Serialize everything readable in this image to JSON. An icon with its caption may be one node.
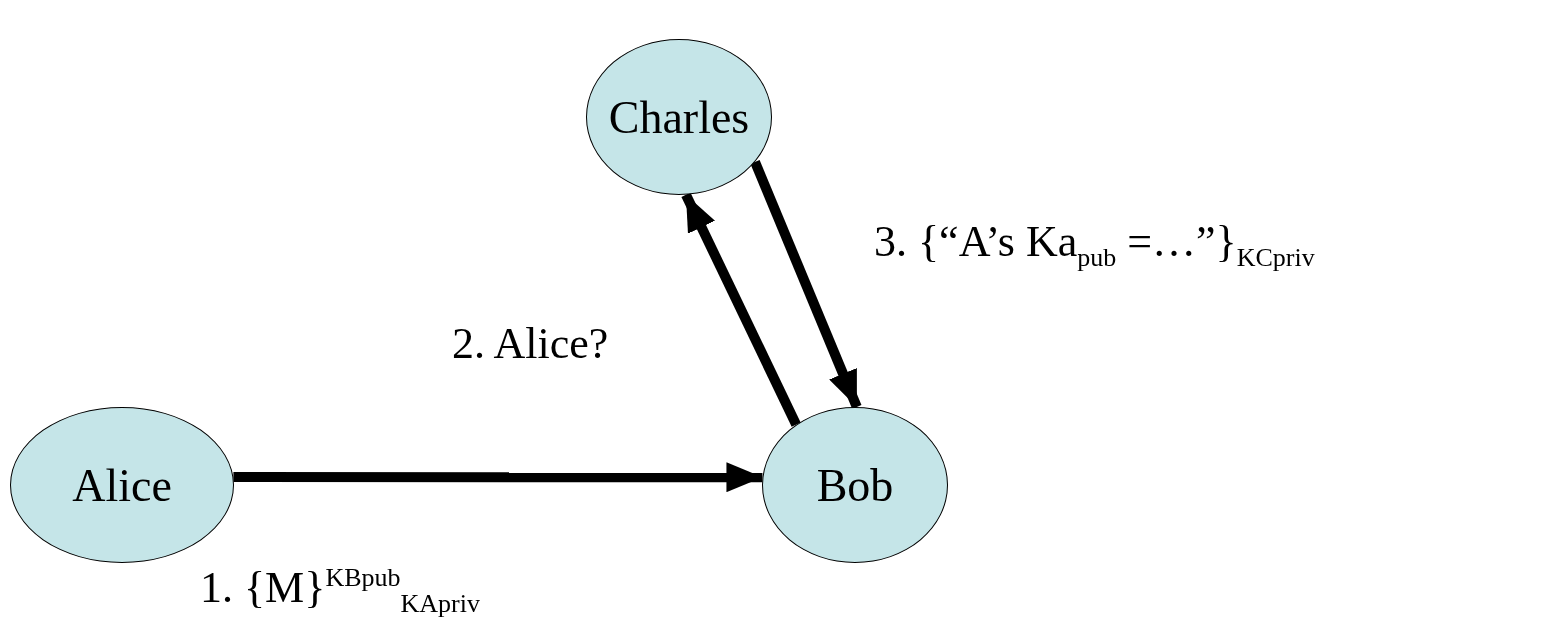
{
  "diagram": {
    "nodes": [
      {
        "text": [
          "Charles"
        ]
      },
      {
        "text": [
          "Alice"
        ]
      },
      {
        "text": [
          "Bob"
        ]
      }
    ],
    "edges": [
      {
        "from": 1,
        "to": 2,
        "arrow": "to",
        "label": "1. {M}$^{KBpub}$$_{KApriv}$"
      },
      {
        "from": 2,
        "to": 0,
        "arrow": "to",
        "label": "2. Alice?"
      },
      {
        "from": 0,
        "to": 2,
        "arrow": "to",
        "label": "3. {“A’s Ka$_{pub}$ =…”}$_{KCpriv}$"
      }
    ]
  }
}
